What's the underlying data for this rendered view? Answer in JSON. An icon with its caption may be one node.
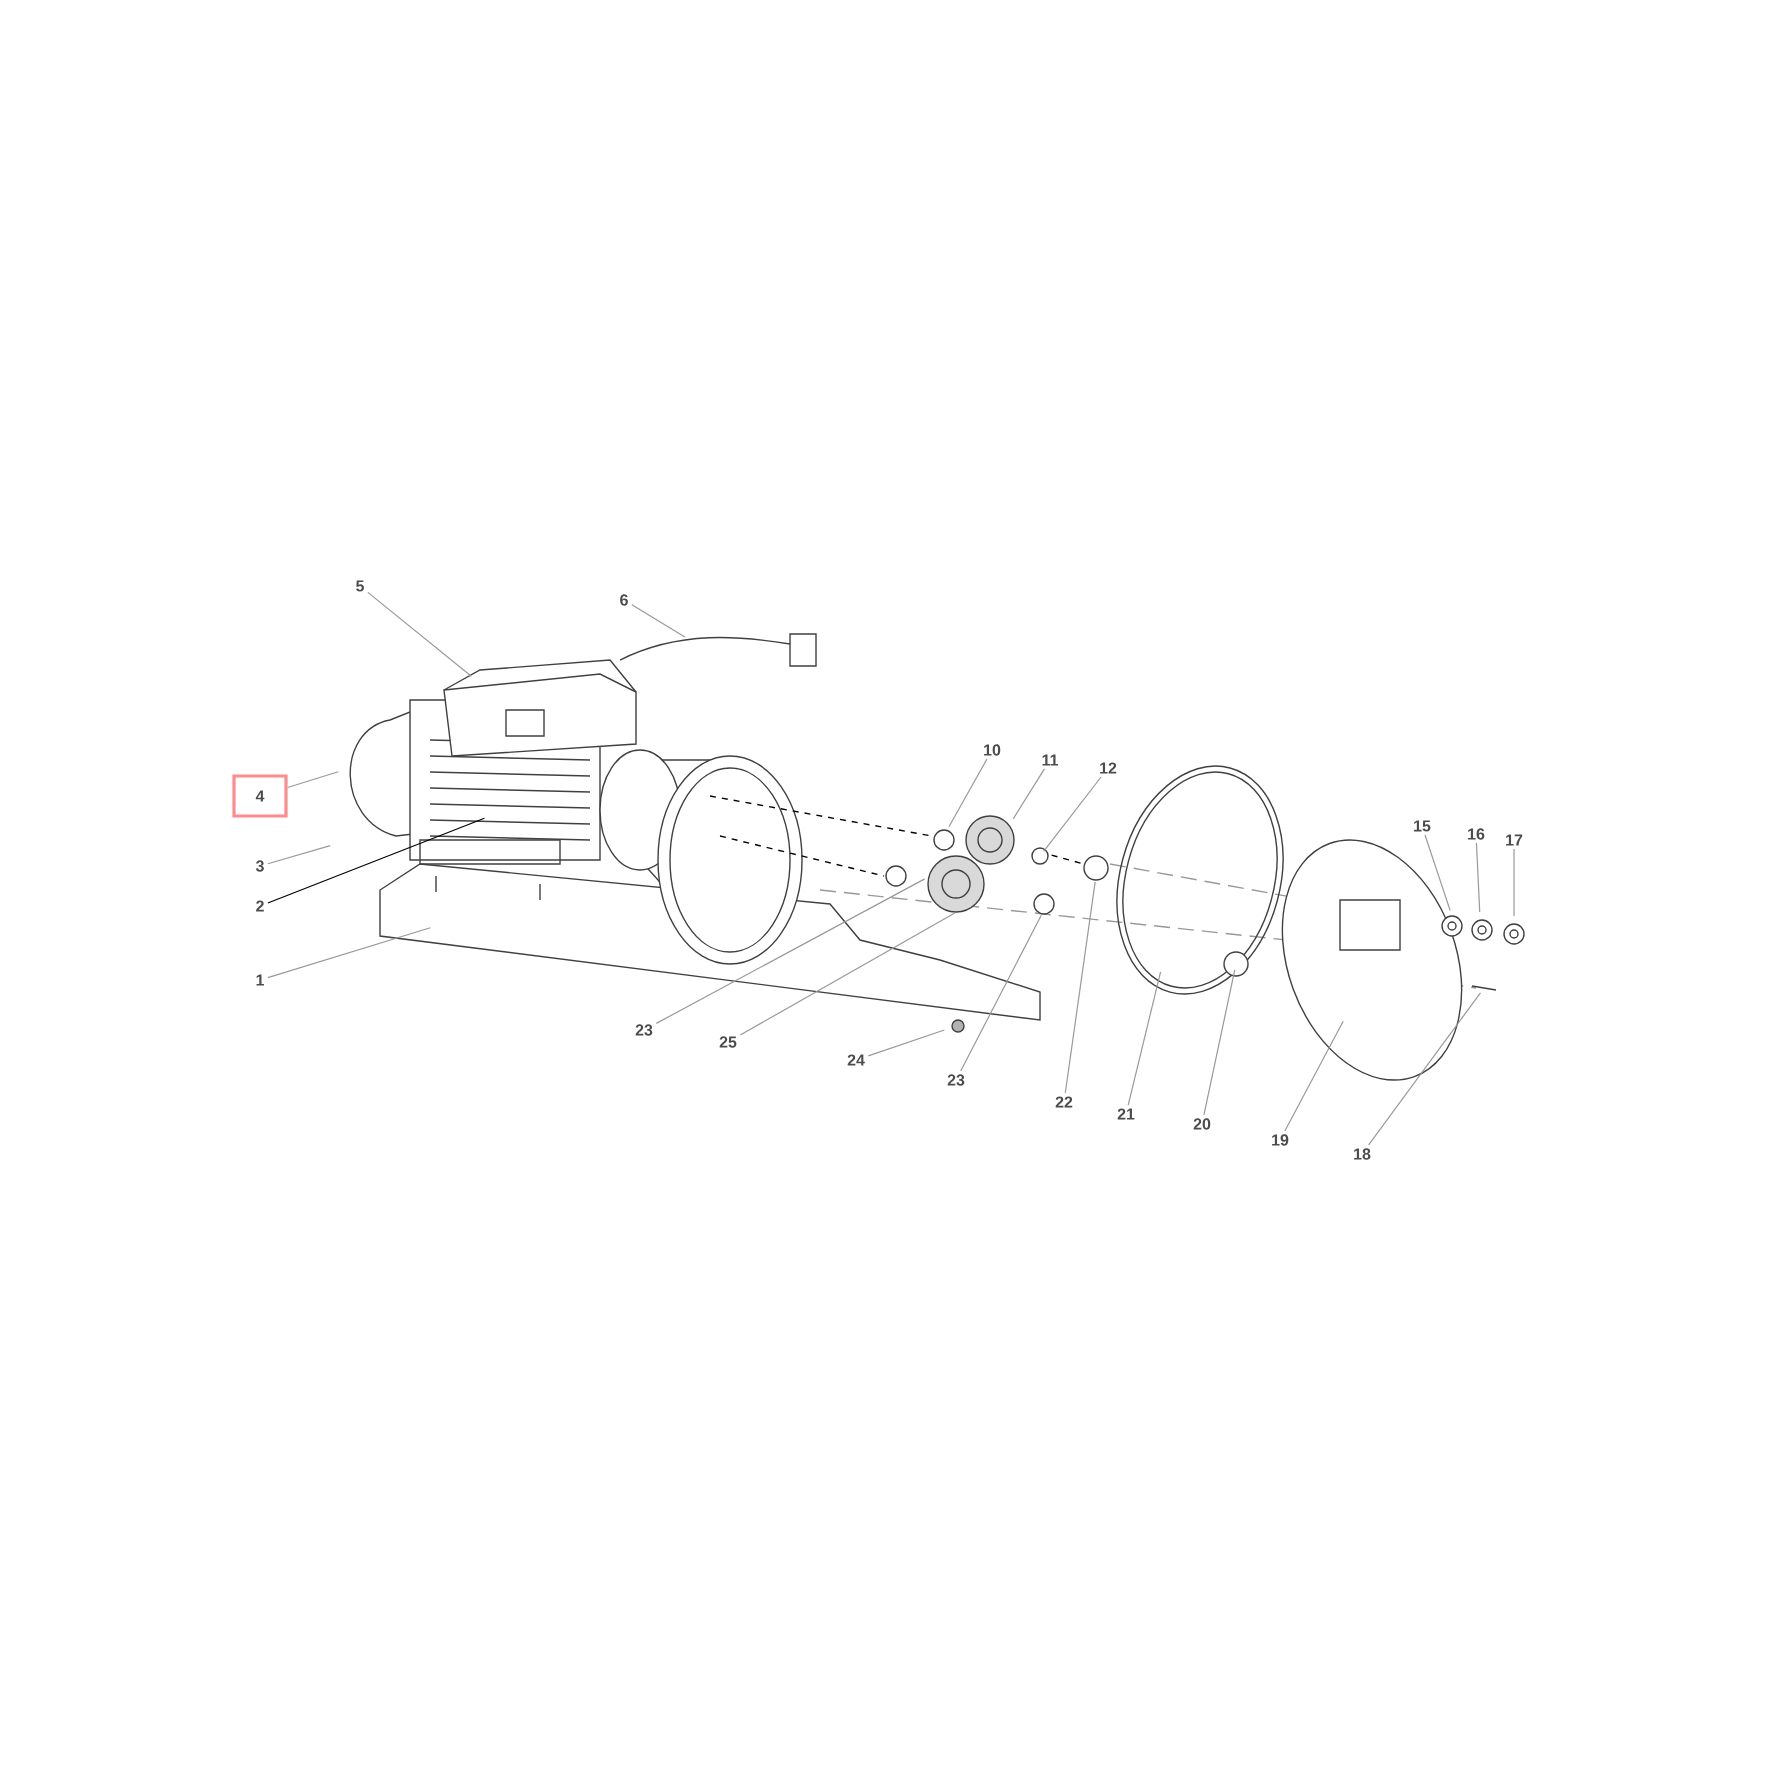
{
  "diagram": {
    "nodes": [
      {
        "text": [
          "5"
        ]
      },
      {
        "text": [
          "6"
        ]
      },
      {
        "text": [
          "10"
        ]
      },
      {
        "text": [
          "11"
        ]
      },
      {
        "text": [
          "12"
        ]
      },
      {
        "text": [
          "4"
        ]
      },
      {
        "text": [
          "15"
        ]
      },
      {
        "text": [
          "16"
        ]
      },
      {
        "text": [
          "17"
        ]
      },
      {
        "text": [
          "3"
        ]
      },
      {
        "text": [
          "2"
        ]
      },
      {
        "text": [
          "1"
        ]
      },
      {
        "text": [
          "23"
        ]
      },
      {
        "text": [
          "25"
        ]
      },
      {
        "text": [
          "24"
        ]
      },
      {
        "text": [
          "23"
        ]
      },
      {
        "text": [
          "22"
        ]
      },
      {
        "text": [
          "21"
        ]
      },
      {
        "text": [
          "20"
        ]
      },
      {
        "text": [
          "19"
        ]
      },
      {
        "text": [
          "18"
        ]
      }
    ],
    "edges": [
      {
        "from": 0,
        "to": null,
        "arrow": "none"
      },
      {
        "from": 1,
        "to": null,
        "arrow": "none"
      },
      {
        "from": 2,
        "to": null,
        "arrow": "none"
      },
      {
        "from": 3,
        "to": null,
        "arrow": "none"
      },
      {
        "from": 4,
        "to": null,
        "arrow": "none"
      },
      {
        "from": 5,
        "to": null,
        "arrow": "none"
      },
      {
        "from": 6,
        "to": null,
        "arrow": "none"
      },
      {
        "from": 7,
        "to": null,
        "arrow": "none"
      },
      {
        "from": 8,
        "to": null,
        "arrow": "none"
      },
      {
        "from": 9,
        "to": null,
        "arrow": "none"
      },
      {
        "from": 10,
        "to": null,
        "arrow": "none",
        "color": "#000000"
      },
      {
        "from": 11,
        "to": null,
        "arrow": "none"
      },
      {
        "from": 12,
        "to": null,
        "arrow": "none"
      },
      {
        "from": 13,
        "to": null,
        "arrow": "none"
      },
      {
        "from": 14,
        "to": null,
        "arrow": "none"
      },
      {
        "from": 15,
        "to": null,
        "arrow": "none"
      },
      {
        "from": 16,
        "to": null,
        "arrow": "none"
      },
      {
        "from": 17,
        "to": null,
        "arrow": "none"
      },
      {
        "from": 18,
        "to": null,
        "arrow": "none"
      },
      {
        "from": 19,
        "to": null,
        "arrow": "none"
      },
      {
        "from": 20,
        "to": null,
        "arrow": "none"
      }
    ]
  }
}
